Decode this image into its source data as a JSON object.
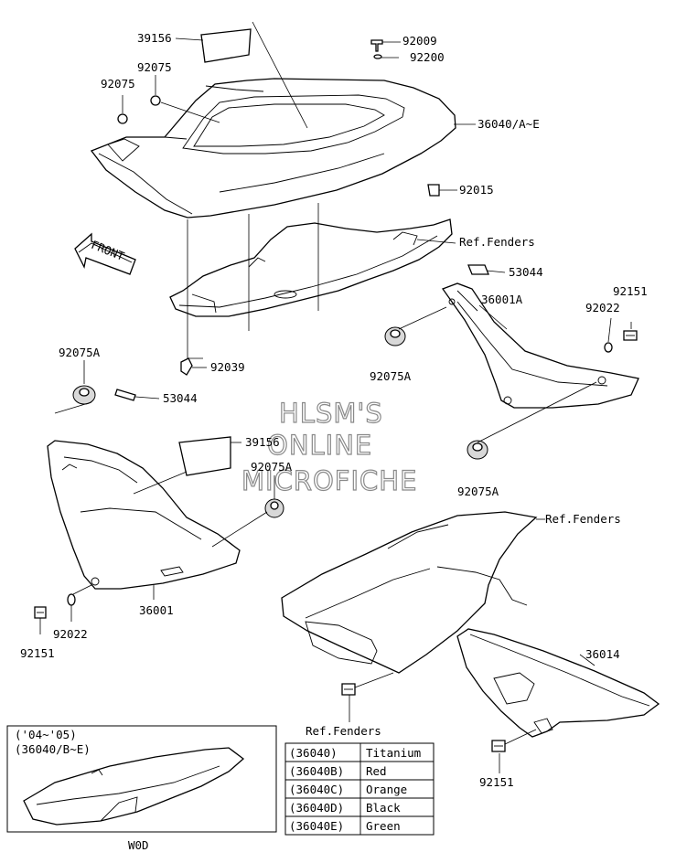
{
  "watermark": [
    "HLSM'S",
    "ONLINE",
    "MICROFICHE"
  ],
  "front_label": "FRONT",
  "callouts": {
    "c39156_top": "39156",
    "c92009": "92009",
    "c92200": "92200",
    "c92075_a": "92075",
    "c92075_b": "92075",
    "c36040": "36040/A~E",
    "c92015": "92015",
    "c_ref_fenders_1": "Ref.Fenders",
    "c53044_right": "53044",
    "c36001A": "36001A",
    "c92151_right": "92151",
    "c92022_right": "92022",
    "c92039": "92039",
    "c92075A_left": "92075A",
    "c92075A_right": "92075A",
    "c53044_left": "53044",
    "c39156_mid": "39156",
    "c92075A_mid": "92075A",
    "c92075A_lower_right": "92075A",
    "c_ref_fenders_2": "Ref.Fenders",
    "c36001": "36001",
    "c92022_left": "92022",
    "c92151_left": "92151",
    "c36014": "36014",
    "c_ref_fenders_3": "Ref.Fenders",
    "c92151_bottom": "92151"
  },
  "inset": {
    "line1": "('04~'05)",
    "line2": "(36040/B~E)"
  },
  "color_table": [
    {
      "code": "(36040)",
      "color": "Titanium"
    },
    {
      "code": "(36040B)",
      "color": "Red"
    },
    {
      "code": "(36040C)",
      "color": "Orange"
    },
    {
      "code": "(36040D)",
      "color": "Black"
    },
    {
      "code": "(36040E)",
      "color": "Green"
    }
  ],
  "footer_code": "W0D"
}
